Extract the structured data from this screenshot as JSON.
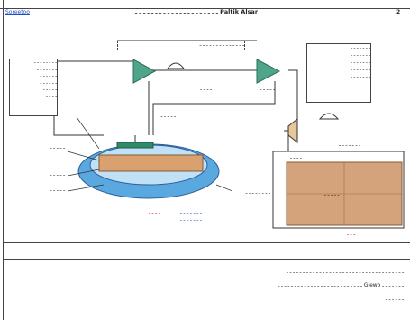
{
  "header": {
    "link_text": "Soreetoo",
    "title_text": "ـ ـ ـ ـ ـ ـ ـ ـ ـ ـ ـ ـ ـ ـ ـ ـ ـ ـ ـ ـ ـ   Paltik Alsar",
    "number": "2"
  },
  "diagram": {
    "top_label": "ـ ـ ـ ـ ـ ـ ـ ـ ـ ـ ـ ـ ـ ـ",
    "left_note": "ـ ـ ـ ـ ـ ـ ـ ـ\nـ ـ ـ ـ ـ ـ ـ\nـ ـ ـ ـ ـ ـ\nـ ـ ـ ـ ـ ـ\nـ ـ ـ ـ ـ\nـ ـ ـ ـ",
    "right_note": "ـ ـ ـ ـ ـ ـ ـ\nـ ـ ـ ـ ـ ـ ـ\nـ ـ ـ ـ ـ ـ ـ\nـ ـ ـ ـ ـ ـ ـ\nـ ـ ـ ـ ـ ـ ـ",
    "amp_label_1": "ـ ـ ـ ـ",
    "amp_label_2": "ـ ـ ـ ـ ـ",
    "electrode_label": "ـ ـ ـ ـ ـ",
    "dish_label_1": "ـ ـ ـ ـ ـ",
    "dish_label_2": "ـ ـ ـ ـ ـ",
    "dish_label_3": "ـ ـ ـ ـ ـ",
    "bottom_right_label": "ـ ـ ـ ـ ـ ـ ـ ـ",
    "speaker_caption": "ـ ـ ـ ـ ـ ـ ـ",
    "osc_title": "ـ ـ ـ ـ",
    "osc_center": "ـ ـ ـ ـ ـ",
    "pink_label_1": "ـ ـ ـ ـ",
    "blue_label_1": "ـ ـ ـ ـ ـ ـ ـ",
    "blue_label_2": "ـ ـ ـ ـ ـ ـ ـ",
    "blue_label_3": "ـ ـ ـ ـ ـ ـ ـ",
    "pink_label_2": "ـ ـ ـ",
    "colors": {
      "dish_blue": "#5aa8e0",
      "tissue_orange": "#d9a070",
      "osc_panel": "#d4a37c",
      "amp_green": "#4fa58a"
    }
  },
  "caption": {
    "title": "ـ ـ ـ ـ ـ ـ ـ ـ ـ ـ ـ ـ ـ ـ ـ ـ ـ ـ"
  },
  "paragraph": {
    "line1": "ـ ـ ـ ـ ـ ـ ـ ـ ـ ـ ـ ـ ـ ـ ـ ـ ـ ـ ـ ـ ـ ـ ـ ـ ـ ـ ـ ـ ـ ـ ـ ـ ـ ـ ـ ـ",
    "line2": "ـ ـ ـ ـ ـ ـ ـ Glewo ـ ـ ـ ـ ـ ـ ـ ـ ـ ـ ـ ـ ـ ـ ـ ـ ـ ـ ـ ـ ـ ـ ـ ـ ـ ـ",
    "line3": "ـ ـ ـ ـ ـ ـ"
  }
}
